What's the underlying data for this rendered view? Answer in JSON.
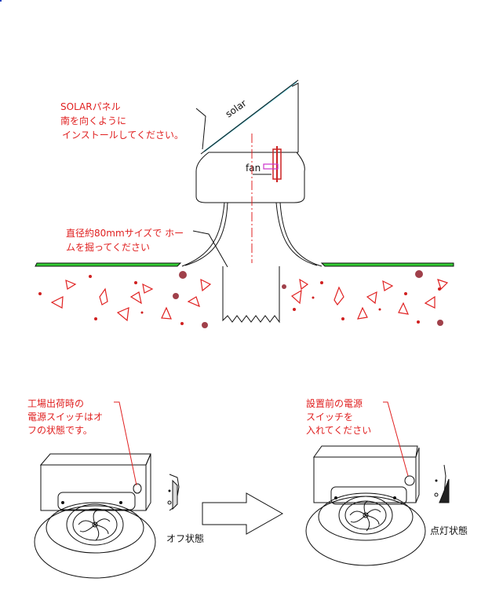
{
  "labels": {
    "solar_note": [
      "SOLARパネル",
      "南を向くように",
      "インストールしてください。"
    ],
    "solar_word": "solar",
    "fan_word": "fan",
    "hole_note": [
      "直径約80mmサイズで ホー",
      "ムを掘ってください"
    ],
    "factory_note": [
      "工場出荷時の",
      "電源スイッチはオ",
      "フの状態です。"
    ],
    "install_note": [
      "設置前の電源",
      "スイッチを",
      "入れてください"
    ],
    "off_state": "オフ状態",
    "on_state": "点灯状態"
  },
  "colors": {
    "annotation": "#e02020",
    "ground": "#33cc33",
    "panel": "#66ccdd",
    "fan_marker": "#cc33cc"
  }
}
